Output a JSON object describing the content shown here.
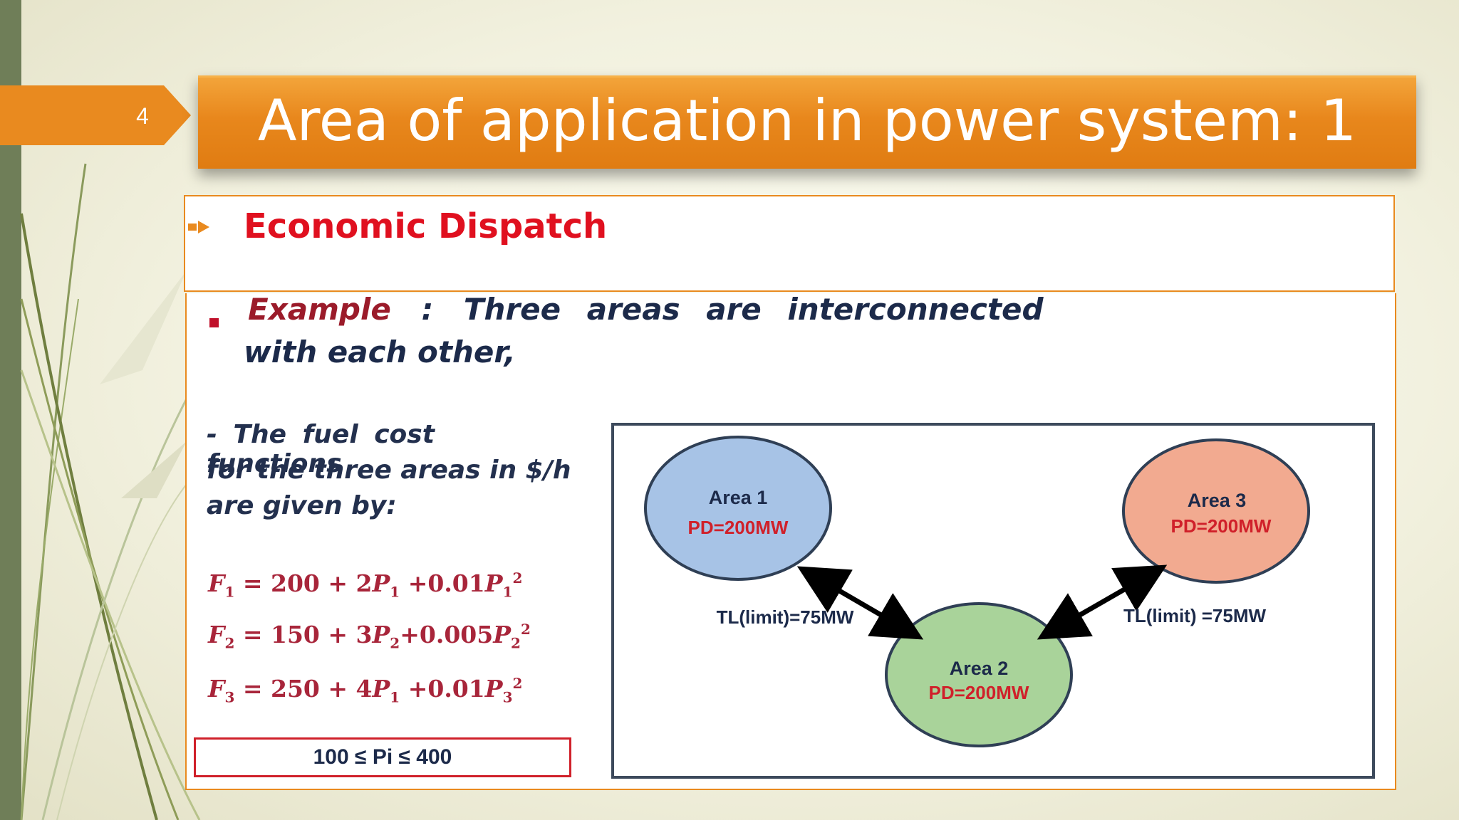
{
  "slide": {
    "number": "4",
    "title": "Area of application in power system: 1",
    "heading": "Economic Dispatch"
  },
  "example": {
    "label": "Example",
    "colon": ":",
    "text_line1": "Three areas are interconnected",
    "text_line2": "with each other,"
  },
  "fuel": {
    "line1": "- The fuel cost functions",
    "line2": "for the three areas in $/h",
    "line3": "are given by:"
  },
  "equations": [
    {
      "lhs": "F",
      "sub": "1",
      "rhs": " = 200 + 2",
      "var": "P",
      "vsub": "1",
      "coef": " +0.01",
      "qvar": "P",
      "qsub": "1",
      "qsup": "2"
    },
    {
      "lhs": "F",
      "sub": "2",
      "rhs": " = 150 + 3",
      "var": "P",
      "vsub": "2",
      "coef": "+0.005",
      "qvar": "P",
      "qsub": "2",
      "qsup": "2"
    },
    {
      "lhs": "F",
      "sub": "3",
      "rhs": " = 250 + 4",
      "var": "P",
      "vsub": "1",
      "coef": " +0.01",
      "qvar": "P",
      "qsub": "3",
      "qsup": "2"
    }
  ],
  "limit": "100 ≤ Pi ≤ 400",
  "diagram": {
    "areas": [
      {
        "name": "Area 1",
        "demand": "PD=200MW",
        "color": "#a7c3e6"
      },
      {
        "name": "Area 2",
        "demand": "PD=200MW",
        "color": "#a9d39a"
      },
      {
        "name": "Area 3",
        "demand": "PD=200MW",
        "color": "#f2aa90"
      }
    ],
    "links": [
      {
        "label": "TL(limit)=75MW"
      },
      {
        "label": "TL(limit) =75MW"
      }
    ]
  },
  "colors": {
    "accent": "#e98a1f",
    "heading": "#e0101f",
    "demand": "#d0202a",
    "left_bar": "#6f7e58"
  }
}
